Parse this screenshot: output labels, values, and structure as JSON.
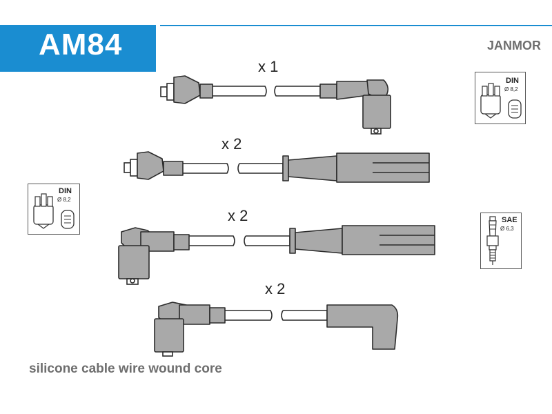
{
  "header": {
    "code": "AM84",
    "brand": "JANMOR"
  },
  "footer": {
    "caption": "silicone cable wire wound core"
  },
  "cables": [
    {
      "qty": "x 1"
    },
    {
      "qty": "x 2"
    },
    {
      "qty": "x 2"
    },
    {
      "qty": "x 2"
    }
  ],
  "connector_info": {
    "distributor_top": {
      "standard": "DIN",
      "diameter": "Ø 8,2"
    },
    "distributor_left": {
      "standard": "DIN",
      "diameter": "Ø 8,2"
    },
    "spark_plug": {
      "standard": "SAE",
      "diameter": "Ø 6,3"
    }
  },
  "colors": {
    "accent": "#1a8dd1",
    "boot": "#a9a9a9",
    "outline": "#2b2b2b",
    "text_gray": "#6e6e6e"
  }
}
